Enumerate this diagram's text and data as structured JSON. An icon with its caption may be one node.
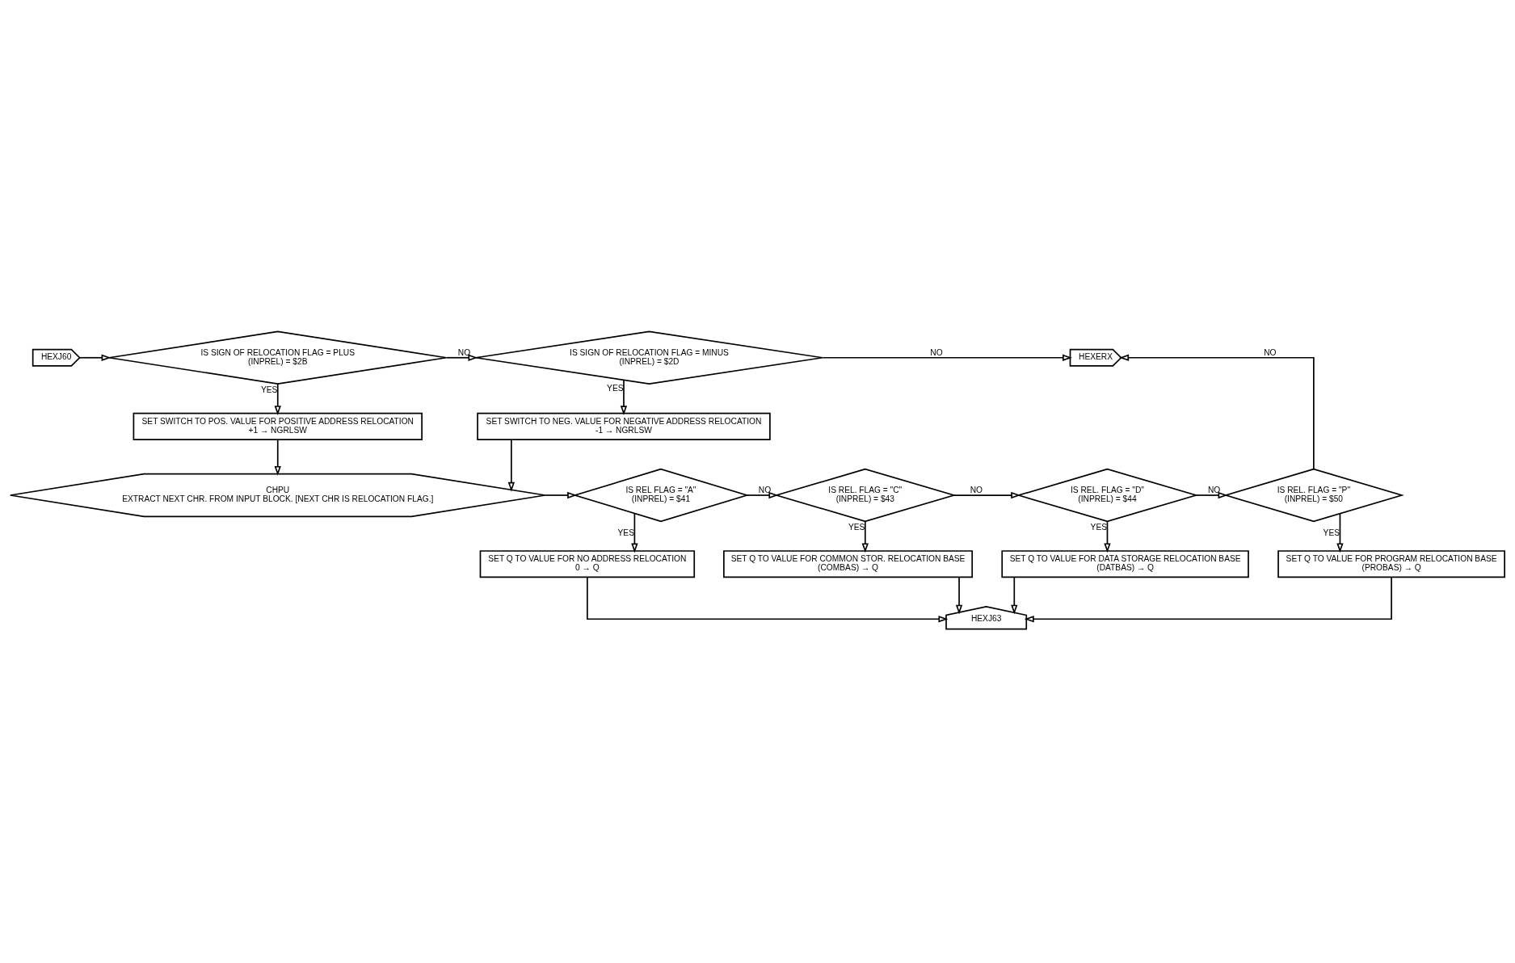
{
  "diagram": {
    "nodes": [
      {
        "text": [
          "HEXJ60"
        ]
      },
      {
        "text": [
          "IS SIGN OF RELOCATION FLAG = PLUS",
          "(INPREL) = $2B"
        ]
      },
      {
        "text": [
          "IS SIGN OF RELOCATION FLAG = MINUS",
          "(INPREL) = $2D"
        ]
      },
      {
        "text": [
          "HEXERX"
        ]
      },
      {
        "text": [
          "SET SWITCH TO POS. VALUE FOR POSITIVE ADDRESS RELOCATION",
          "+1 → NGRLSW"
        ]
      },
      {
        "text": [
          "SET SWITCH TO NEG. VALUE FOR NEGATIVE ADDRESS RELOCATION",
          "-1 → NGRLSW"
        ]
      },
      {
        "text": [
          "HEXJ63"
        ]
      },
      {
        "text": [
          "SET Q TO VALUE FOR NO ADDRESS RELOCATION",
          "0 → Q"
        ]
      },
      {
        "text": [
          "SET Q TO VALUE FOR COMMON STOR. RELOCATION BASE",
          "(COMBAS) → Q"
        ]
      },
      {
        "text": [
          "SET Q TO VALUE FOR DATA STORAGE RELOCATION BASE",
          "(DATBAS) → Q"
        ]
      },
      {
        "text": [
          "SET Q TO VALUE FOR PROGRAM RELOCATION BASE",
          "(PROBAS) → Q"
        ]
      },
      {
        "text": [
          "CHPU",
          "EXTRACT NEXT CHR. FROM INPUT BLOCK. [NEXT CHR IS RELOCATION FLAG.]"
        ]
      },
      {
        "text": [
          "IS REL FLAG = \"A\"",
          "(INPREL) = $41"
        ]
      },
      {
        "text": [
          "IS REL. FLAG = \"C\"",
          "(INPREL) = $43"
        ]
      },
      {
        "text": [
          "IS REL. FLAG = \"D\"",
          "(INPREL) = $44"
        ]
      },
      {
        "text": [
          "IS REL. FLAG = \"P\"",
          "(INPREL) = $50"
        ]
      }
    ],
    "edges": [
      {
        "from": 0,
        "to": 1,
        "arrow": "to"
      },
      {
        "from": 1,
        "to": 2,
        "arrow": "to",
        "label": "NO"
      },
      {
        "from": 2,
        "to": 3,
        "arrow": "to",
        "label": "NO"
      },
      {
        "from": 1,
        "to": 4,
        "arrow": "to",
        "label": "YES"
      },
      {
        "from": 2,
        "to": 5,
        "arrow": "to",
        "label": "YES"
      },
      {
        "from": 4,
        "to": 11,
        "arrow": "to"
      },
      {
        "from": 5,
        "to": 11,
        "arrow": "to"
      },
      {
        "from": 11,
        "to": 12,
        "arrow": "to"
      },
      {
        "from": 12,
        "to": 13,
        "arrow": "to",
        "label": "NO"
      },
      {
        "from": 13,
        "to": 14,
        "arrow": "to",
        "label": "NO"
      },
      {
        "from": 14,
        "to": 15,
        "arrow": "to",
        "label": "NO"
      },
      {
        "from": 15,
        "to": 3,
        "arrow": "to",
        "label": "NO"
      },
      {
        "from": 12,
        "to": 7,
        "arrow": "to",
        "label": "YES"
      },
      {
        "from": 13,
        "to": 8,
        "arrow": "to",
        "label": "YES"
      },
      {
        "from": 14,
        "to": 9,
        "arrow": "to",
        "label": "YES"
      },
      {
        "from": 15,
        "to": 10,
        "arrow": "to",
        "label": "YES"
      },
      {
        "from": 7,
        "to": 6,
        "arrow": "to"
      },
      {
        "from": 8,
        "to": 6,
        "arrow": "to"
      },
      {
        "from": 9,
        "to": 6,
        "arrow": "to"
      },
      {
        "from": 10,
        "to": 6,
        "arrow": "to"
      }
    ]
  }
}
